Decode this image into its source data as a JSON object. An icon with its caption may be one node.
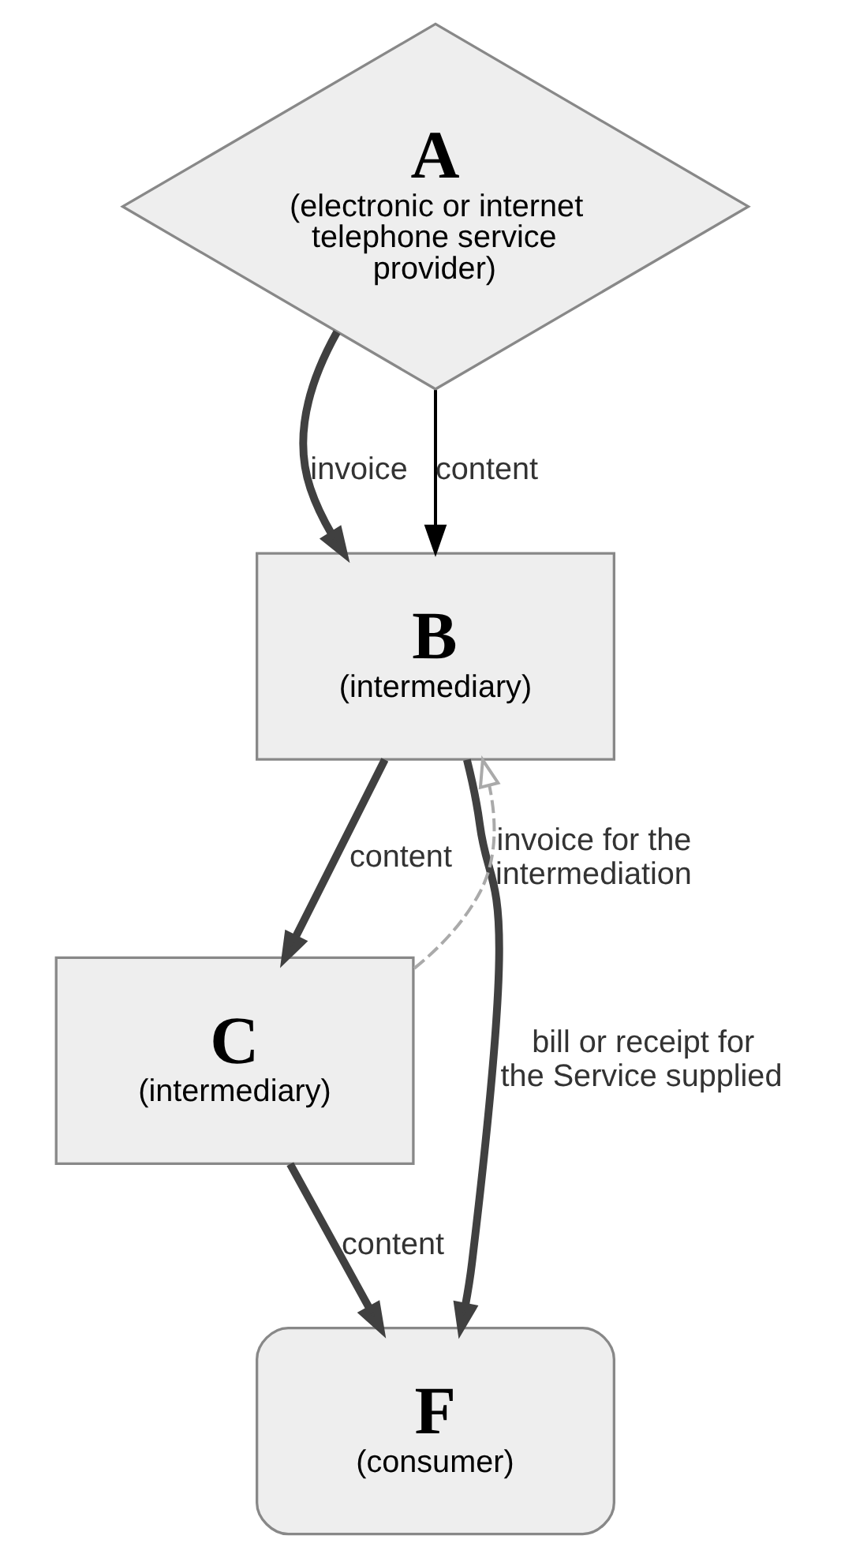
{
  "diagram": {
    "nodes": [
      {
        "text": [
          "A",
          "(electronic or internet telephone service provider)"
        ]
      },
      {
        "text": [
          "B",
          "(intermediary)"
        ]
      },
      {
        "text": [
          "C",
          "(intermediary)"
        ]
      },
      {
        "text": [
          "F",
          "(consumer)"
        ]
      }
    ],
    "edges": [
      {
        "from": 0,
        "to": 1,
        "arrow": "to",
        "label": "invoice"
      },
      {
        "from": 0,
        "to": 1,
        "arrow": "to",
        "label": "content",
        "color": "#000000"
      },
      {
        "from": 1,
        "to": 3,
        "arrow": "to",
        "label": "bill or receipt for the Service supplied"
      },
      {
        "from": 1,
        "to": 2,
        "arrow": "to",
        "label": "content"
      },
      {
        "from": 2,
        "to": 1,
        "arrow": "to",
        "label": "invoice for the intermediation",
        "style": "dashed",
        "color": "#aaaaaa"
      },
      {
        "from": 2,
        "to": 3,
        "arrow": "to",
        "label": "content"
      }
    ]
  }
}
